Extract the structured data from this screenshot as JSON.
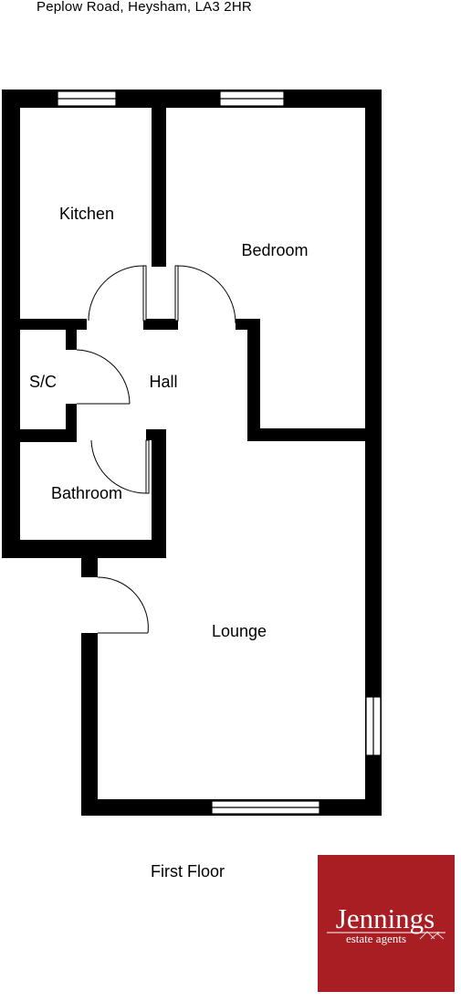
{
  "address": "Peplow Road, Heysham, LA3 2HR",
  "floor_label": "First Floor",
  "rooms": {
    "kitchen": "Kitchen",
    "bedroom": "Bedroom",
    "sc": "S/C",
    "hall": "Hall",
    "bathroom": "Bathroom",
    "lounge": "Lounge"
  },
  "logo": {
    "name": "Jennings",
    "tagline": "estate agents",
    "bg_color": "#a81e23",
    "text_color": "#ffffff"
  },
  "colors": {
    "wall": "#000000",
    "background": "#ffffff"
  }
}
